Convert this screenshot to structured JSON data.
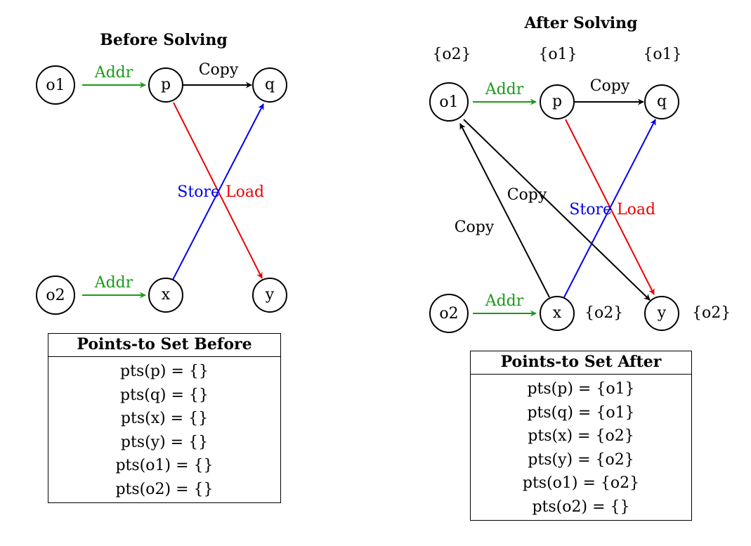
{
  "colors": {
    "addr": "#1a9a1a",
    "store": "#0000ee",
    "load": "#ee0000",
    "copy": "#000000"
  },
  "before": {
    "title": "Before Solving",
    "nodes": {
      "o1": "o1",
      "p": "p",
      "q": "q",
      "o2": "o2",
      "x": "x",
      "y": "y"
    },
    "edges": {
      "o1_p": "Addr",
      "p_q": "Copy",
      "x_q": "Store",
      "p_y": "Load",
      "o2_x": "Addr"
    },
    "table": {
      "header": "Points-to Set Before",
      "rows": [
        "pts(p) = {}",
        "pts(q) = {}",
        "pts(x) = {}",
        "pts(y) = {}",
        "pts(o1) = {}",
        "pts(o2) = {}"
      ]
    }
  },
  "after": {
    "title": "After Solving",
    "nodes": {
      "o1": "o1",
      "p": "p",
      "q": "q",
      "o2": "o2",
      "x": "x",
      "y": "y"
    },
    "edges": {
      "o1_p": "Addr",
      "p_q": "Copy",
      "x_q": "Store",
      "p_y": "Load",
      "o2_x": "Addr",
      "o1_y": "Copy",
      "x_o1": "Copy"
    },
    "sets": {
      "o1": "{o2}",
      "p": "{o1}",
      "q": "{o1}",
      "x": "{o2}",
      "y": "{o2}"
    },
    "table": {
      "header": "Points-to Set After",
      "rows": [
        "pts(p) = {o1}",
        "pts(q) = {o1}",
        "pts(x) = {o2}",
        "pts(y) = {o2}",
        "pts(o1) = {o2}",
        "pts(o2) = {}"
      ]
    }
  }
}
